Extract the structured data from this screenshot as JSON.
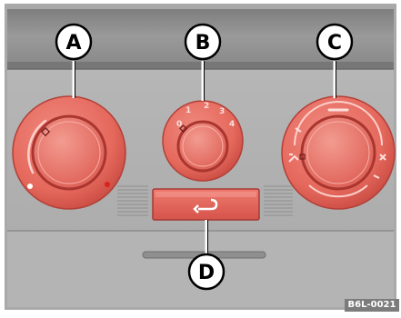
{
  "labels": {
    "a": "A",
    "b": "B",
    "c": "C",
    "d": "D"
  },
  "dial_b_scale": [
    "0",
    "1",
    "2",
    "3",
    "4"
  ],
  "figure_code": "B6L-0021",
  "colors": {
    "panel_dark": "#888888",
    "panel_mid": "#b2b2b2",
    "knob_red": "#e5685c",
    "knob_ring": "#c33a33",
    "accent_white": "#ffffff",
    "label_outline": "#000000"
  },
  "icons": {
    "dial_a": "temperature-dial-icon",
    "dial_b": "fan-speed-dial-icon",
    "dial_c": "air-distribution-dial-icon",
    "button_d": "recirculation-icon"
  }
}
